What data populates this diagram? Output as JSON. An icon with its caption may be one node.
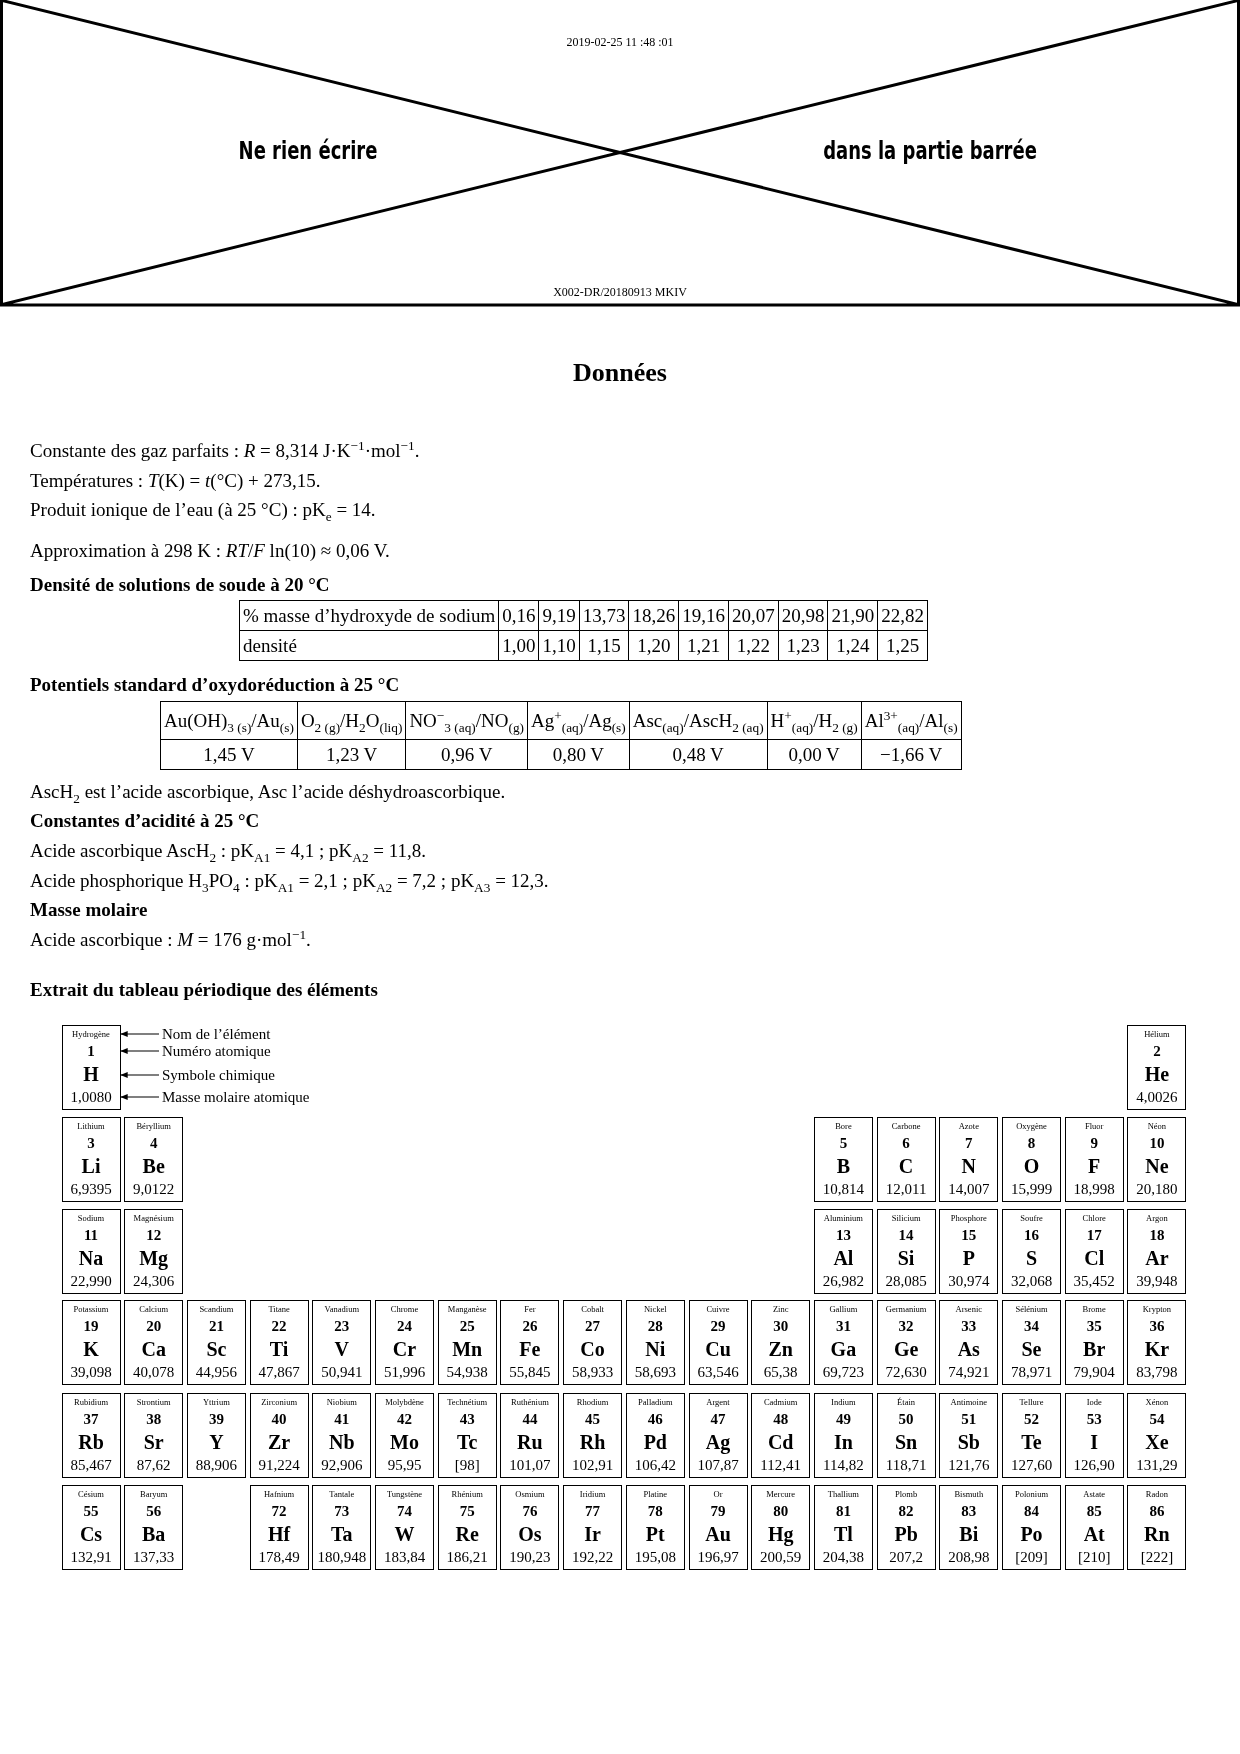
{
  "diagram": {
    "title": "Données",
    "nodes": [
      {
        "text": [
          "Hydrogène",
          "1",
          "H",
          "1,0080"
        ]
      },
      {
        "text": [
          "Nom de l’élément"
        ]
      },
      {
        "text": [
          "Numéro atomique"
        ]
      },
      {
        "text": [
          "Symbole chimique"
        ]
      },
      {
        "text": [
          "Masse molaire atomique"
        ]
      },
      {
        "text": [
          "Hélium",
          "2",
          "He",
          "4,0026"
        ]
      },
      {
        "text": [
          "Lithium",
          "3",
          "Li",
          "6,9395"
        ]
      },
      {
        "text": [
          "Béryllium",
          "4",
          "Be",
          "9,0122"
        ]
      },
      {
        "text": [
          "Bore",
          "5",
          "B",
          "10,814"
        ]
      },
      {
        "text": [
          "Carbone",
          "6",
          "C",
          "12,011"
        ]
      },
      {
        "text": [
          "Azote",
          "7",
          "N",
          "14,007"
        ]
      },
      {
        "text": [
          "Oxygène",
          "8",
          "O",
          "15,999"
        ]
      },
      {
        "text": [
          "Fluor",
          "9",
          "F",
          "18,998"
        ]
      },
      {
        "text": [
          "Néon",
          "10",
          "Ne",
          "20,180"
        ]
      },
      {
        "text": [
          "Sodium",
          "11",
          "Na",
          "22,990"
        ]
      },
      {
        "text": [
          "Magnésium",
          "12",
          "Mg",
          "24,306"
        ]
      },
      {
        "text": [
          "Aluminium",
          "13",
          "Al",
          "26,982"
        ]
      },
      {
        "text": [
          "Silicium",
          "14",
          "Si",
          "28,085"
        ]
      },
      {
        "text": [
          "Phosphore",
          "15",
          "P",
          "30,974"
        ]
      },
      {
        "text": [
          "Soufre",
          "16",
          "S",
          "32,068"
        ]
      },
      {
        "text": [
          "Chlore",
          "17",
          "Cl",
          "35,452"
        ]
      },
      {
        "text": [
          "Argon",
          "18",
          "Ar",
          "39,948"
        ]
      },
      {
        "text": [
          "Potassium",
          "19",
          "K",
          "39,098"
        ]
      },
      {
        "text": [
          "Calcium",
          "20",
          "Ca",
          "40,078"
        ]
      },
      {
        "text": [
          "Scandium",
          "21",
          "Sc",
          "44,956"
        ]
      },
      {
        "text": [
          "Titane",
          "22",
          "Ti",
          "47,867"
        ]
      },
      {
        "text": [
          "Vanadium",
          "23",
          "V",
          "50,941"
        ]
      },
      {
        "text": [
          "Chrome",
          "24",
          "Cr",
          "51,996"
        ]
      },
      {
        "text": [
          "Manganèse",
          "25",
          "Mn",
          "54,938"
        ]
      },
      {
        "text": [
          "Fer",
          "26",
          "Fe",
          "55,845"
        ]
      },
      {
        "text": [
          "Cobalt",
          "27",
          "Co",
          "58,933"
        ]
      },
      {
        "text": [
          "Nickel",
          "28",
          "Ni",
          "58,693"
        ]
      },
      {
        "text": [
          "Cuivre",
          "29",
          "Cu",
          "63,546"
        ]
      },
      {
        "text": [
          "Zinc",
          "30",
          "Zn",
          "65,38"
        ]
      },
      {
        "text": [
          "Gallium",
          "31",
          "Ga",
          "69,723"
        ]
      },
      {
        "text": [
          "Germanium",
          "32",
          "Ge",
          "72,630"
        ]
      },
      {
        "text": [
          "Arsenic",
          "33",
          "As",
          "74,921"
        ]
      },
      {
        "text": [
          "Sélénium",
          "34",
          "Se",
          "78,971"
        ]
      },
      {
        "text": [
          "Brome",
          "35",
          "Br",
          "79,904"
        ]
      },
      {
        "text": [
          "Krypton",
          "36",
          "Kr",
          "83,798"
        ]
      },
      {
        "text": [
          "Rubidium",
          "37",
          "Rb",
          "85,467"
        ]
      },
      {
        "text": [
          "Strontium",
          "38",
          "Sr",
          "87,62"
        ]
      },
      {
        "text": [
          "Yttrium",
          "39",
          "Y",
          "88,906"
        ]
      },
      {
        "text": [
          "Zirconium",
          "40",
          "Zr",
          "91,224"
        ]
      },
      {
        "text": [
          "Niobium",
          "41",
          "Nb",
          "92,906"
        ]
      },
      {
        "text": [
          "Molybdène",
          "42",
          "Mo",
          "95,95"
        ]
      },
      {
        "text": [
          "Technétium",
          "43",
          "Tc",
          "[98]"
        ]
      },
      {
        "text": [
          "Ruthénium",
          "44",
          "Ru",
          "101,07"
        ]
      },
      {
        "text": [
          "Rhodium",
          "45",
          "Rh",
          "102,91"
        ]
      },
      {
        "text": [
          "Palladium",
          "46",
          "Pd",
          "106,42"
        ]
      },
      {
        "text": [
          "Argent",
          "47",
          "Ag",
          "107,87"
        ]
      },
      {
        "text": [
          "Cadmium",
          "48",
          "Cd",
          "112,41"
        ]
      },
      {
        "text": [
          "Indium",
          "49",
          "In",
          "114,82"
        ]
      },
      {
        "text": [
          "Étain",
          "50",
          "Sn",
          "118,71"
        ]
      },
      {
        "text": [
          "Antimoine",
          "51",
          "Sb",
          "121,76"
        ]
      },
      {
        "text": [
          "Tellure",
          "52",
          "Te",
          "127,60"
        ]
      },
      {
        "text": [
          "Iode",
          "53",
          "I",
          "126,90"
        ]
      },
      {
        "text": [
          "Xénon",
          "54",
          "Xe",
          "131,29"
        ]
      },
      {
        "text": [
          "Césium",
          "55",
          "Cs",
          "132,91"
        ]
      },
      {
        "text": [
          "Baryum",
          "56",
          "Ba",
          "137,33"
        ]
      },
      {
        "text": [
          "Hafnium",
          "72",
          "Hf",
          "178,49"
        ]
      },
      {
        "text": [
          "Tantale",
          "73",
          "Ta",
          "180,948"
        ]
      },
      {
        "text": [
          "Tungstène",
          "74",
          "W",
          "183,84"
        ]
      },
      {
        "text": [
          "Rhénium",
          "75",
          "Re",
          "186,21"
        ]
      },
      {
        "text": [
          "Osmium",
          "76",
          "Os",
          "190,23"
        ]
      },
      {
        "text": [
          "Iridium",
          "77",
          "Ir",
          "192,22"
        ]
      },
      {
        "text": [
          "Platine",
          "78",
          "Pt",
          "195,08"
        ]
      },
      {
        "text": [
          "Or",
          "79",
          "Au",
          "196,97"
        ]
      },
      {
        "text": [
          "Mercure",
          "80",
          "Hg",
          "200,59"
        ]
      },
      {
        "text": [
          "Thallium",
          "81",
          "Tl",
          "204,38"
        ]
      },
      {
        "text": [
          "Plomb",
          "82",
          "Pb",
          "207,2"
        ]
      },
      {
        "text": [
          "Bismuth",
          "83",
          "Bi",
          "208,98"
        ]
      },
      {
        "text": [
          "Polonium",
          "84",
          "Po",
          "[209]"
        ]
      },
      {
        "text": [
          "Astate",
          "85",
          "At",
          "[210]"
        ]
      },
      {
        "text": [
          "Radon",
          "86",
          "Rn",
          "[222]"
        ]
      }
    ],
    "edges": [
      {
        "from": 1,
        "to": 0,
        "arrow": "to"
      },
      {
        "from": 2,
        "to": 0,
        "arrow": "to"
      },
      {
        "from": 3,
        "to": 0,
        "arrow": "to"
      },
      {
        "from": 4,
        "to": 0,
        "arrow": "to"
      }
    ],
    "labels": [
      "2019-02-25 11 :48 :01",
      "Ne rien écrire",
      "dans la partie barrée",
      "X002-DR/20180913 MKIV",
      "Constante des gaz parfaits : *R* = 8,314 J·K$^{−1}$·mol$^{−1}$.",
      "Températures : *T*(K) = *t*(°C) + 273,15.",
      "Produit ionique de l’eau (à 25 °C) : pK$_{e}$ = 14.",
      "Approximation à 298 K : *RT*/*F* ln(10) ≈ 0,06 V.",
      "Densité de solutions de soude à 20 °C",
      "% masse d’hydroxyde de sodium",
      "0,16",
      "9,19",
      "13,73",
      "18,26",
      "19,16",
      "20,07",
      "20,98",
      "21,90",
      "22,82",
      "densité",
      "1,00",
      "1,10",
      "1,15",
      "1,20",
      "1,21",
      "1,22",
      "1,23",
      "1,24",
      "1,25",
      "Potentiels standard d’oxydoréduction à 25 °C",
      "Au(OH)$_{3 (s)}$/Au$_{(s)}$",
      "O$_{2 (g)}$/H$_{2}$O$_{(liq)}$",
      "NO$^{−}$$_{3 (aq)}$/NO$_{(g)}$",
      "Ag$^{+}$$_{(aq)}$/Ag$_{(s)}$",
      "Asc$_{(aq)}$/AscH$_{2 (aq)}$",
      "H$^{+}$$_{(aq)}$/H$_{2 (g)}$",
      "Al$^{3+}$$_{(aq)}$/Al$_{(s)}$",
      "1,45 V",
      "1,23 V",
      "0,96 V",
      "0,80 V",
      "0,48 V",
      "0,00 V",
      "−1,66 V",
      "AscH$_{2}$ est l’acide ascorbique, Asc l’acide déshydroascorbique.",
      "Constantes d’acidité à 25 °C",
      "Acide ascorbique AscH$_{2}$ : pK$_{A1}$ = 4,1 ; pK$_{A2}$ = 11,8.",
      "Acide phosphorique H$_{3}$PO$_{4}$ : pK$_{A1}$ = 2,1 ; pK$_{A2}$ = 7,2 ; pK$_{A3}$ = 12,3.",
      "Masse molaire",
      "Acide ascorbique : *M* = 176 g·mol$^{−1}$.",
      "Extrait du tableau périodique des éléments"
    ]
  }
}
